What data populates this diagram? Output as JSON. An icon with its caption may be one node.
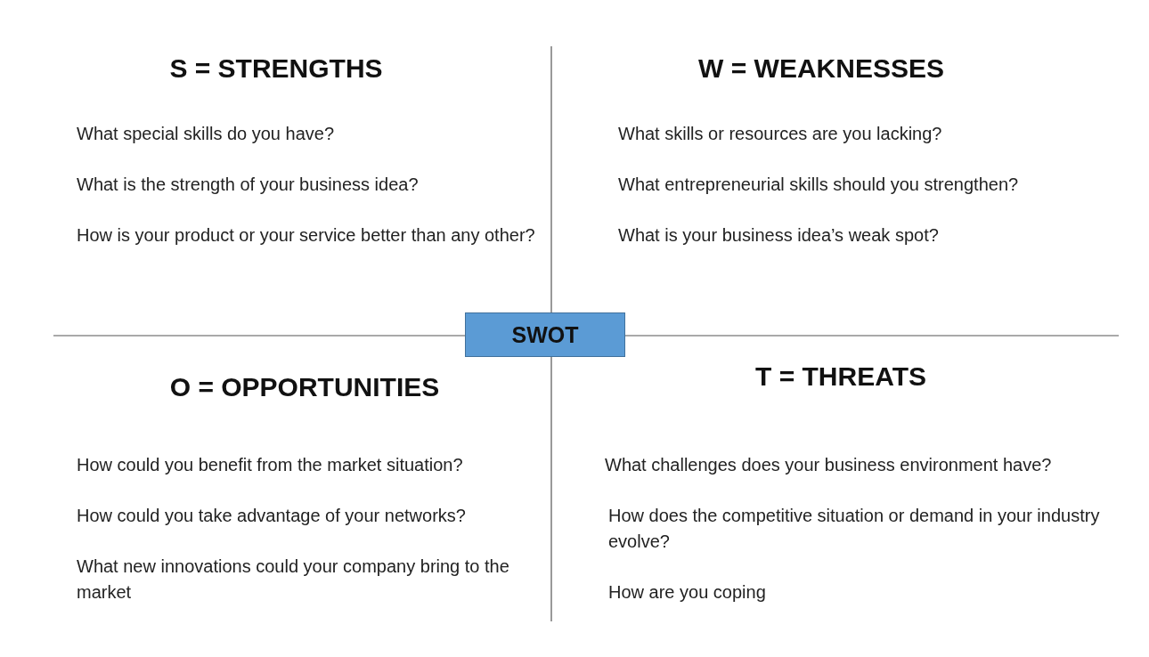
{
  "diagram": {
    "nodes": [
      {
        "text": [
          "SWOT"
        ]
      }
    ],
    "labels": [
      "S = STRENGTHS",
      "What special skills do you have?",
      "What is the strength of your business idea?",
      "How is your product or your service better than any other?",
      "W = WEAKNESSES",
      "What skills or resources are you lacking?",
      "What entrepreneurial skills should you strengthen?",
      "What is your business idea’s weak spot?",
      "O = OPPORTUNITIES",
      "How could you benefit from the market situation?",
      "How could you take advantage of your networks?",
      "What new innovations could your company bring to the market",
      "T = THREATS",
      "What challenges does your business environment have?",
      "How does the competitive situation or demand in your industry evolve?",
      "How are you coping"
    ]
  }
}
